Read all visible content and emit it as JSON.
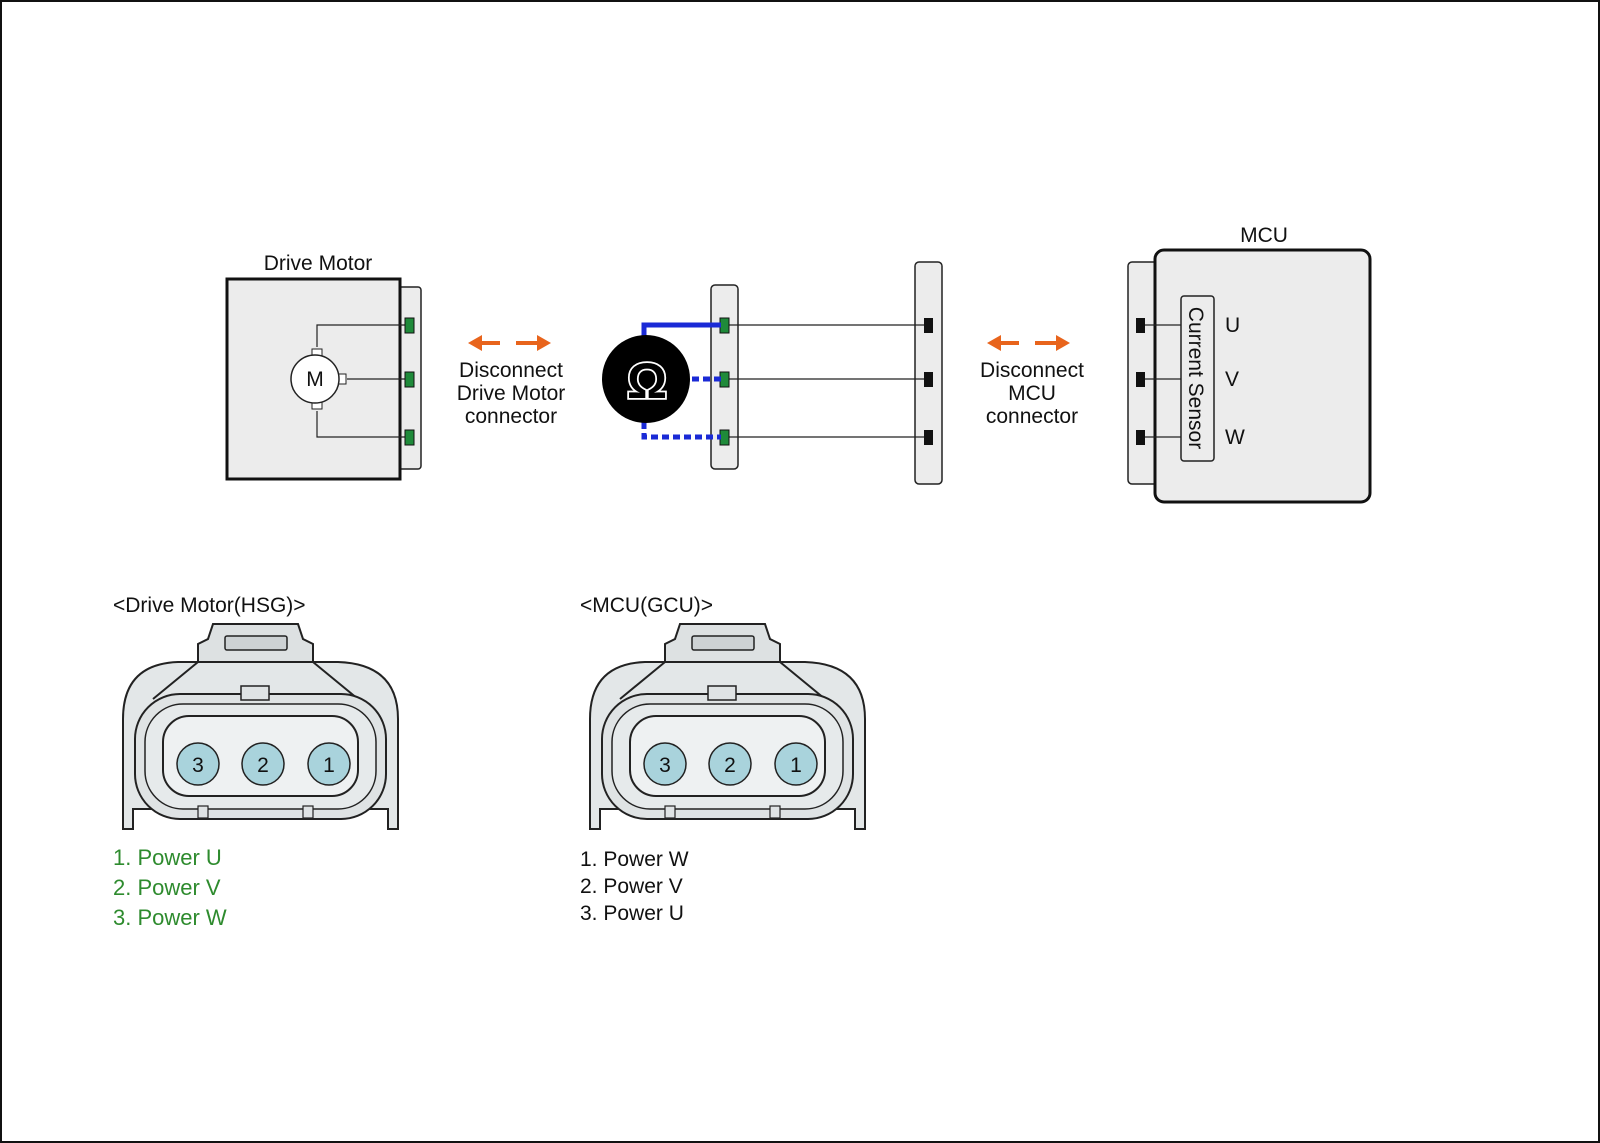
{
  "drive_motor": {
    "title": "Drive Motor",
    "motor_symbol": "M"
  },
  "disconnect_motor": {
    "line1": "Disconnect",
    "line2": "Drive Motor",
    "line3": "connector"
  },
  "ohmmeter": {
    "symbol": "Ω"
  },
  "disconnect_mcu": {
    "line1": "Disconnect",
    "line2": "MCU",
    "line3": "connector"
  },
  "mcu": {
    "title": "MCU",
    "sensor_label": "Current Sensor",
    "phase_u": "U",
    "phase_v": "V",
    "phase_w": "W"
  },
  "connector_motor": {
    "title": "<Drive Motor(HSG)>",
    "pins": [
      "3",
      "2",
      "1"
    ],
    "legend": [
      "1. Power U",
      "2. Power V",
      "3. Power W"
    ]
  },
  "connector_mcu": {
    "title": "<MCU(GCU)>",
    "pins": [
      "3",
      "2",
      "1"
    ],
    "legend": [
      "1. Power W",
      "2. Power V",
      "3. Power U"
    ]
  },
  "colors": {
    "border": "#111111",
    "box_fill": "#ececec",
    "connector_fill": "#e3e7e8",
    "pin_green": "#1f8a3a",
    "pin_black": "#111111",
    "lead_blue": "#1a2ad6",
    "arrow_orange": "#e8641c",
    "pin_cavity": "#a9d3dc",
    "legend_green": "#2e8b2e"
  }
}
